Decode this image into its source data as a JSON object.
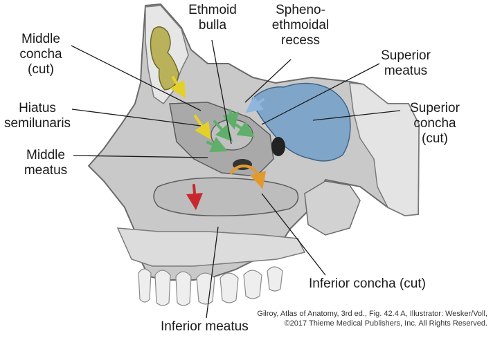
{
  "labels": {
    "ethmoid_bulla": [
      "Ethmoid",
      "bulla"
    ],
    "spheno_ethmoidal_recess": [
      "Spheno-",
      "ethmoidal",
      "recess"
    ],
    "middle_concha_cut": [
      "Middle",
      "concha",
      "(cut)"
    ],
    "superior_meatus": [
      "Superior",
      "meatus"
    ],
    "hiatus_semilunaris": [
      "Hiatus",
      "semilunaris"
    ],
    "superior_concha_cut": [
      "Superior",
      "concha",
      "(cut)"
    ],
    "middle_meatus": [
      "Middle",
      "meatus"
    ],
    "inferior_concha_cut": "Inferior concha (cut)",
    "inferior_meatus": "Inferior meatus"
  },
  "credit": {
    "line1": "Gilroy, Atlas of Anatomy, 3rd ed., Fig. 42.4 A, Illustrator: Wesker/Voll,",
    "line2": "©2017 Thieme Medical Publishers, Inc. All Rights Reserved."
  },
  "colors": {
    "bone": "#c9c9c9",
    "bone_dark": "#8a8a8a",
    "sinus_blue": "#7fa6c9",
    "frontal_sinus_yellow": "#b9b25a",
    "arrow_yellow": "#e3d12a",
    "arrow_green": "#5fae6a",
    "arrow_orange": "#e29a2e",
    "arrow_red": "#c8282d",
    "leader_line": "#1a1a1a"
  }
}
